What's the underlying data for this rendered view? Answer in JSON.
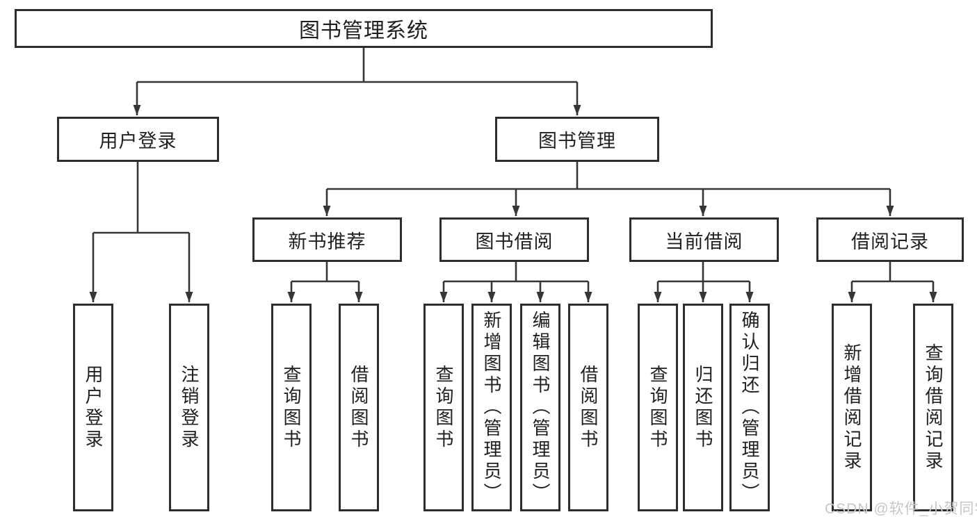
{
  "diagram": {
    "tree": {
      "label": "图书管理系统",
      "children": [
        {
          "label": "用户登录",
          "children": [
            {
              "label": "用户登录"
            },
            {
              "label": "注销登录"
            }
          ]
        },
        {
          "label": "图书管理",
          "children": [
            {
              "label": "新书推荐",
              "children": [
                {
                  "label": "查询图书"
                },
                {
                  "label": "借阅图书"
                }
              ]
            },
            {
              "label": "图书借阅",
              "children": [
                {
                  "label": "查询图书"
                },
                {
                  "label": "新增图书（管理员）"
                },
                {
                  "label": "编辑图书（管理员）"
                },
                {
                  "label": "借阅图书"
                }
              ]
            },
            {
              "label": "当前借阅",
              "children": [
                {
                  "label": "查询图书"
                },
                {
                  "label": "归还图书"
                },
                {
                  "label": "确认归还（管理员）"
                }
              ]
            },
            {
              "label": "借阅记录",
              "children": [
                {
                  "label": "新增借阅记录"
                },
                {
                  "label": "查询借阅记录"
                }
              ]
            }
          ]
        }
      ]
    },
    "watermark": "CSDN @软件_小贺同学",
    "colors": {
      "line": "#363636",
      "box_border": "#2d2d2d",
      "box_fill": "#ffffff",
      "text": "#1f1f1f",
      "watermark": "#c7c7c7"
    }
  }
}
